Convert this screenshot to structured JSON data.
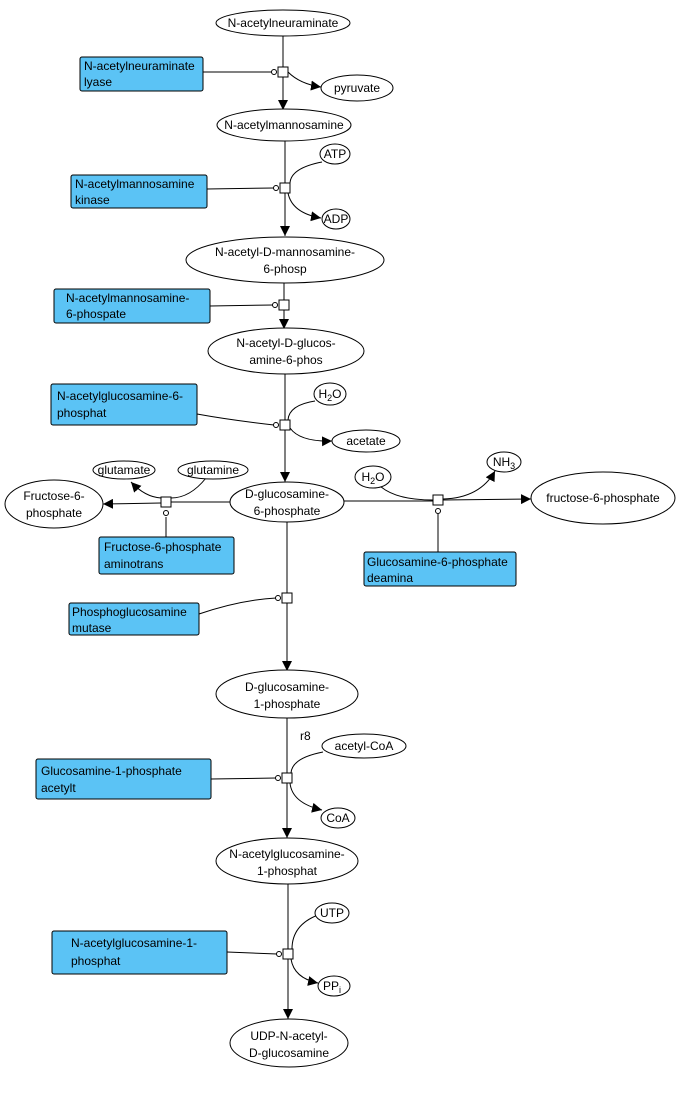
{
  "diagram": {
    "metabolites": {
      "n_acetylneuraminate": "N-acetylneuraminate",
      "pyruvate": "pyruvate",
      "n_acetylmannosamine": "N-acetylmannosamine",
      "atp": "ATP",
      "adp": "ADP",
      "n_acetyl_mannosamine_6p": [
        "N-acetyl-D-mannosamine-",
        "6-phosp"
      ],
      "n_acetyl_glucosamine_6p": [
        "N-acetyl-D-glucos-",
        "amine-6-phos"
      ],
      "h2o_1": {
        "base": "H",
        "sub": "2",
        "rest": "O"
      },
      "acetate": "acetate",
      "glutamate": "glutamate",
      "glutamine": "glutamine",
      "fructose_6p_left": [
        "Fructose-6-",
        "phosphate"
      ],
      "d_glucosamine_6p": [
        "D-glucosamine-",
        "6-phosphate"
      ],
      "h2o_2": {
        "base": "H",
        "sub": "2",
        "rest": "O"
      },
      "nh3": {
        "base": "NH",
        "sub": "3"
      },
      "fructose_6p_right": "fructose-6-phosphate",
      "d_glucosamine_1p": [
        "D-glucosamine-",
        "1-phosphate"
      ],
      "acetyl_coa": "acetyl-CoA",
      "coa": "CoA",
      "n_acetylglucosamine_1p": [
        "N-acetylglucosamine-",
        "1-phosphat"
      ],
      "utp": "UTP",
      "ppi": {
        "base": "PP",
        "sub": "i"
      },
      "udp_n_acetyl_glucosamine": [
        "UDP-N-acetyl-",
        "D-glucosamine"
      ]
    },
    "enzymes": {
      "e1": [
        "N-acetylneuraminate",
        "lyase"
      ],
      "e2": [
        "N-acetylmannosamine",
        "kinase"
      ],
      "e3": [
        "N-acetylmannosamine-",
        "6-phospate"
      ],
      "e4": [
        "N-acetylglucosamine-6-",
        "phosphat"
      ],
      "e5": [
        "Fructose-6-phosphate",
        "aminotrans"
      ],
      "e6": [
        "Glucosamine-6-phosphate",
        "deamina"
      ],
      "e7": [
        "Phosphoglucosamine",
        "mutase"
      ],
      "e8": [
        "Glucosamine-1-phosphate",
        "acetylt"
      ],
      "e9": [
        "N-acetylglucosamine-1-",
        "phosphat"
      ]
    },
    "reaction_labels": {
      "r8": "r8"
    },
    "colors": {
      "enzyme_fill": "#5bc3f5",
      "stroke": "#000000",
      "background": "#ffffff"
    }
  }
}
